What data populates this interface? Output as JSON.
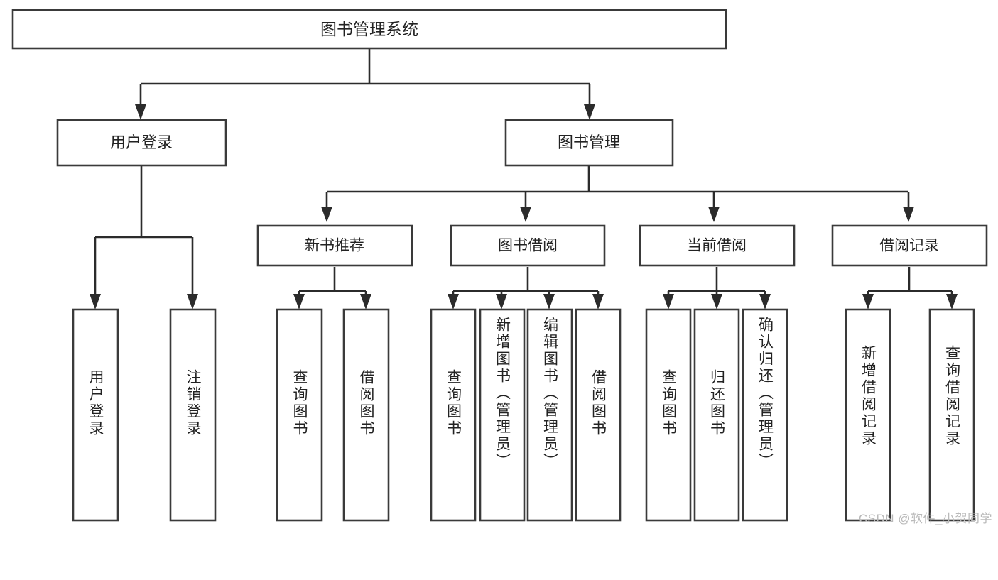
{
  "diagram": {
    "type": "tree-hierarchy",
    "title": "图书管理系统",
    "colors": {
      "background": "#ffffff",
      "box_border": "#3a3a3a",
      "box_fill": "#ffffff",
      "connector": "#2b2b2b",
      "label_text": "#222222",
      "watermark_text": "#b9b9b9"
    },
    "root": {
      "label": "图书管理系统"
    },
    "level2": [
      {
        "label": "用户登录"
      },
      {
        "label": "图书管理"
      }
    ],
    "level3": [
      {
        "label": "新书推荐"
      },
      {
        "label": "图书借阅"
      },
      {
        "label": "当前借阅"
      },
      {
        "label": "借阅记录"
      }
    ],
    "leaves": {
      "user_login": [
        {
          "label": "用户登录"
        },
        {
          "label": "注销登录"
        }
      ],
      "new_book_recommend": [
        {
          "label": "查询图书"
        },
        {
          "label": "借阅图书"
        }
      ],
      "book_borrow": [
        {
          "label": "查询图书"
        },
        {
          "label": "新增图书（管理员）"
        },
        {
          "label": "编辑图书（管理员）"
        },
        {
          "label": "借阅图书"
        }
      ],
      "current_borrow": [
        {
          "label": "查询图书"
        },
        {
          "label": "归还图书"
        },
        {
          "label": "确认归还（管理员）"
        }
      ],
      "borrow_record": [
        {
          "label": "新增借阅记录"
        },
        {
          "label": "查询借阅记录"
        }
      ]
    }
  },
  "watermark": {
    "text": "CSDN @软件_小贺同学"
  }
}
